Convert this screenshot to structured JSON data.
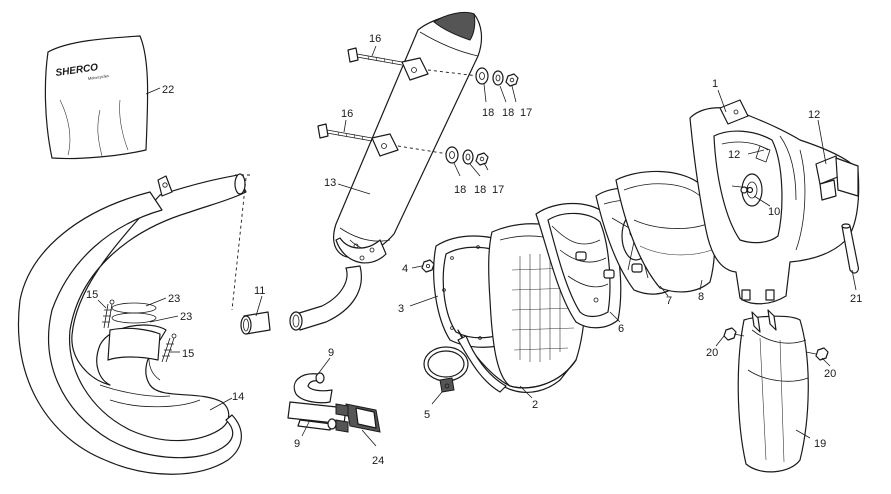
{
  "brand": {
    "name": "SHERCO",
    "sub": "Motorcycles"
  },
  "callouts": {
    "c1": "1",
    "c2": "2",
    "c3": "3",
    "c4": "4",
    "c5": "5",
    "c6": "6",
    "c7": "7",
    "c8": "8",
    "c9a": "9",
    "c9b": "9",
    "c10": "10",
    "c11": "11",
    "c12a": "12",
    "c12b": "12",
    "c13": "13",
    "c14": "14",
    "c15a": "15",
    "c15b": "15",
    "c16a": "16",
    "c16b": "16",
    "c17a": "17",
    "c17b": "17",
    "c18a": "18",
    "c18b": "18",
    "c18c": "18",
    "c18d": "18",
    "c19": "19",
    "c20a": "20",
    "c20b": "20",
    "c21": "21",
    "c22": "22",
    "c23a": "23",
    "c23b": "23",
    "c24": "24"
  }
}
